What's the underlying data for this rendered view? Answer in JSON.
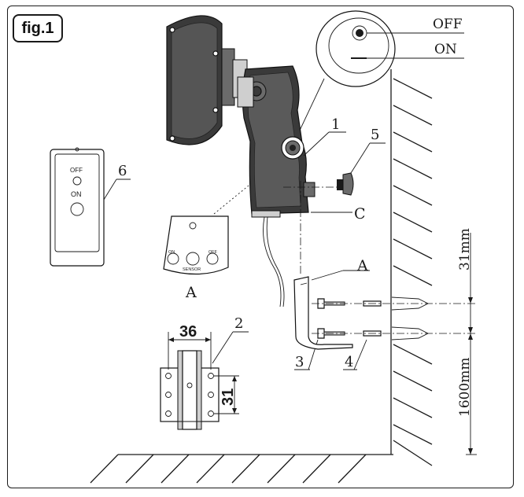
{
  "figure": {
    "label": "fig.1"
  },
  "switch_detail": {
    "off_label": "OFF",
    "on_label": "ON"
  },
  "remote": {
    "off_label": "OFF",
    "on_label": "ON"
  },
  "sensor_panel": {
    "on_label": "ON",
    "off_label": "OFF",
    "sensor_label": "SENSOR",
    "view_label": "A"
  },
  "callouts": {
    "c1": "1",
    "c2": "2",
    "c3": "3",
    "c4": "4",
    "c5": "5",
    "c6": "6",
    "cA": "A",
    "cC": "C"
  },
  "dimensions": {
    "bracket_width": "36",
    "bracket_height": "31",
    "hole_spacing": "31mm",
    "mount_height": "1600mm"
  }
}
